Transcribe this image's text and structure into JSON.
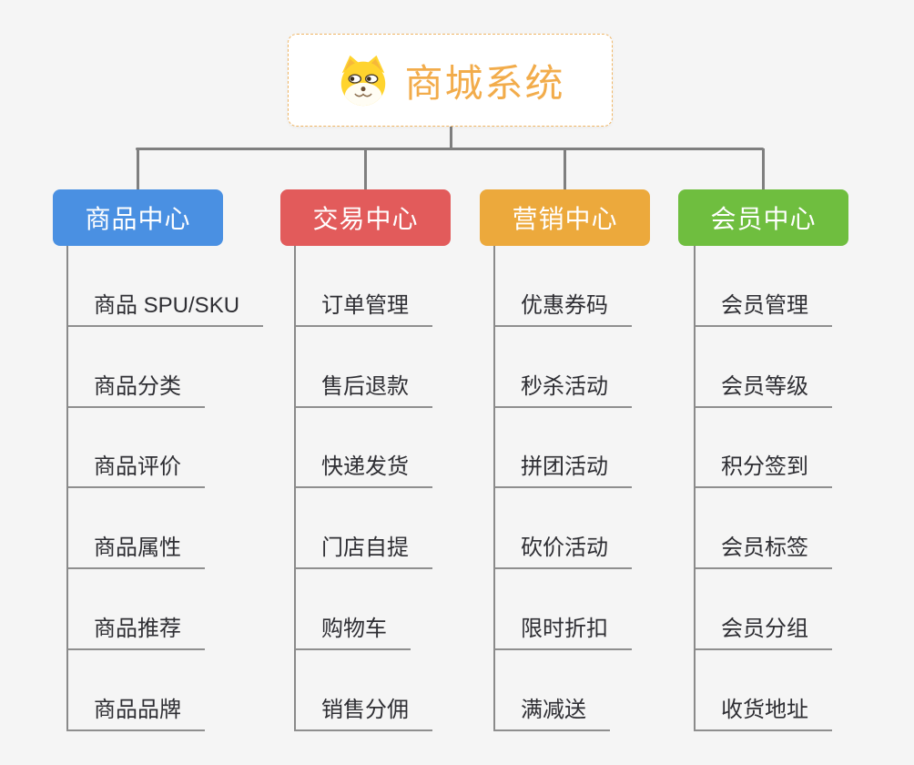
{
  "root": {
    "title": "商城系统",
    "icon": "shiba-dog-icon",
    "border_color": "#f0b665",
    "title_color": "#f2ac4b"
  },
  "connector_color": "#7f7f7f",
  "branches": [
    {
      "label": "商品中心",
      "color": "#4a90e2",
      "children": [
        "商品 SPU/SKU",
        "商品分类",
        "商品评价",
        "商品属性",
        "商品推荐",
        "商品品牌"
      ]
    },
    {
      "label": "交易中心",
      "color": "#e25b5b",
      "children": [
        "订单管理",
        "售后退款",
        "快递发货",
        "门店自提",
        "购物车",
        "销售分佣"
      ]
    },
    {
      "label": "营销中心",
      "color": "#eca93c",
      "children": [
        "优惠券码",
        "秒杀活动",
        "拼团活动",
        "砍价活动",
        "限时折扣",
        "满减送"
      ]
    },
    {
      "label": "会员中心",
      "color": "#6fbe3f",
      "children": [
        "会员管理",
        "会员等级",
        "积分签到",
        "会员标签",
        "会员分组",
        "收货地址"
      ]
    }
  ]
}
